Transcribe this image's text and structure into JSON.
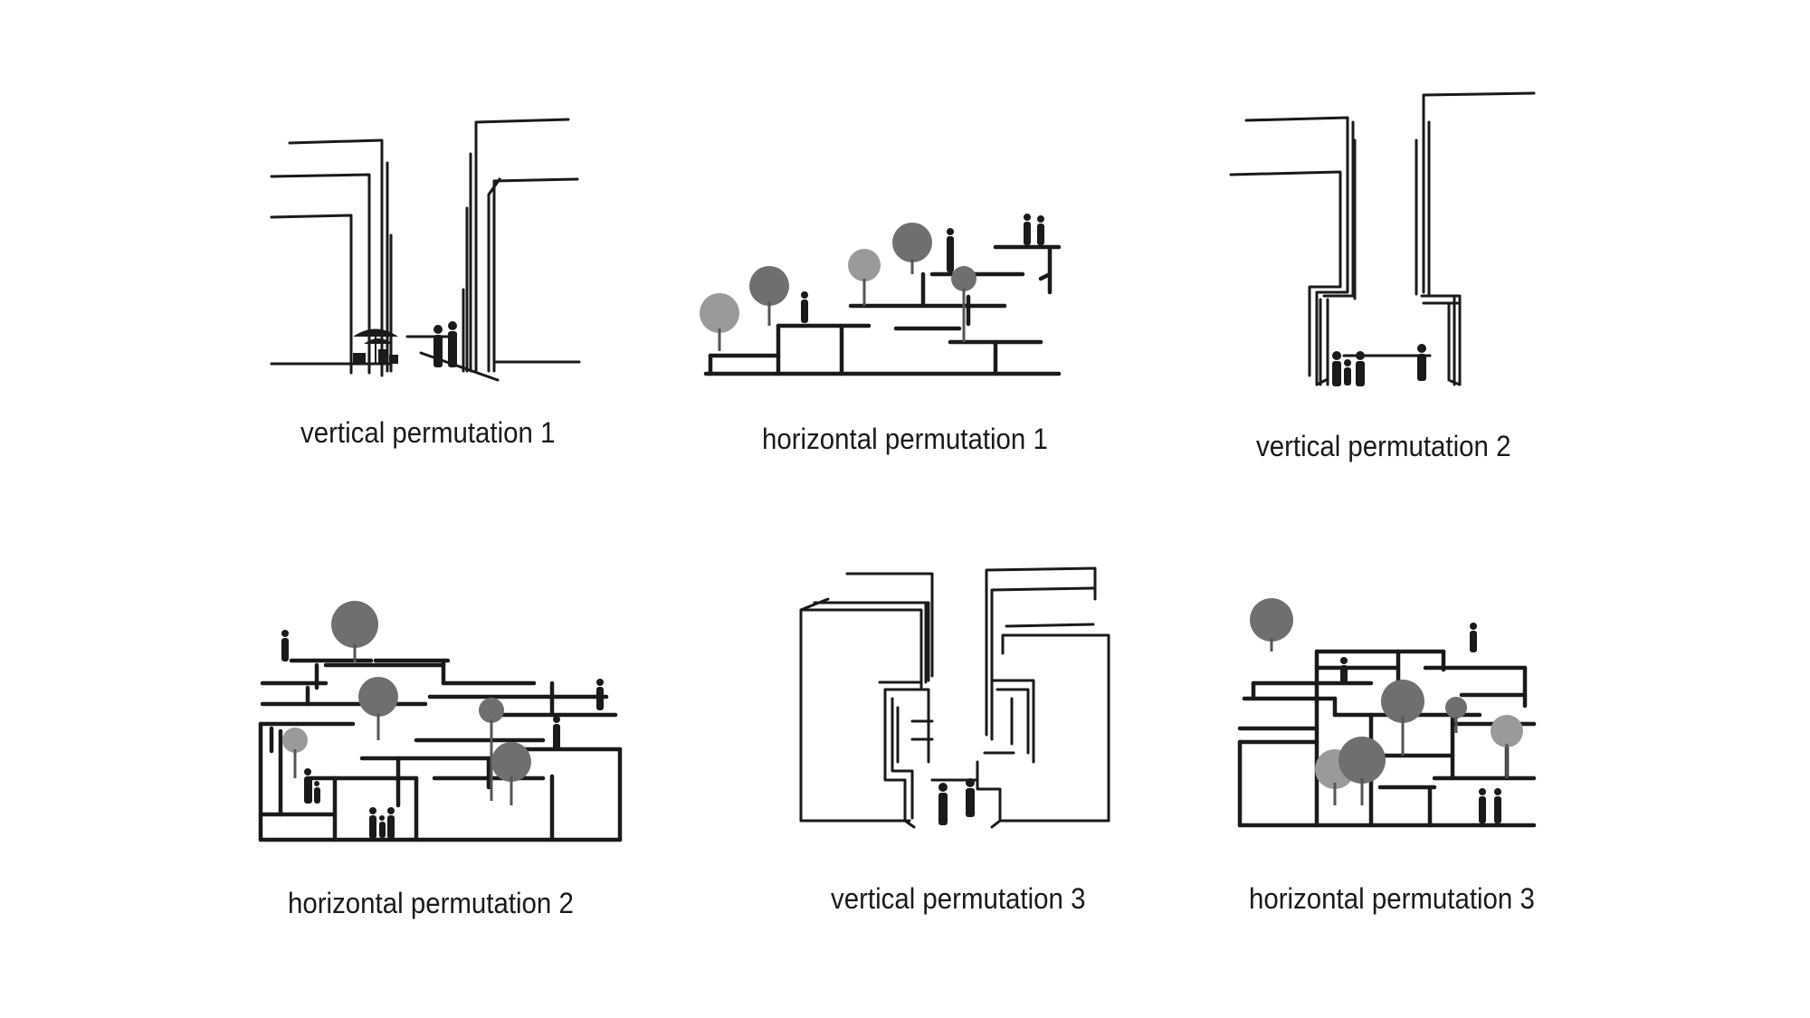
{
  "panels": [
    {
      "id": "v1",
      "caption": "vertical permutation 1"
    },
    {
      "id": "h1",
      "caption": "horizontal permutation 1"
    },
    {
      "id": "v2",
      "caption": "vertical permutation 2"
    },
    {
      "id": "h2",
      "caption": "horizontal permutation 2"
    },
    {
      "id": "v3",
      "caption": "vertical permutation 3"
    },
    {
      "id": "h3",
      "caption": "horizontal permutation 3"
    }
  ],
  "colors": {
    "ink": "#1a1a1a",
    "tree": "#6f6f6f",
    "background": "#ffffff"
  },
  "icons": {
    "figure": "person-silhouette-icon",
    "tree": "tree-icon",
    "umbrella": "cafe-umbrella-icon"
  }
}
